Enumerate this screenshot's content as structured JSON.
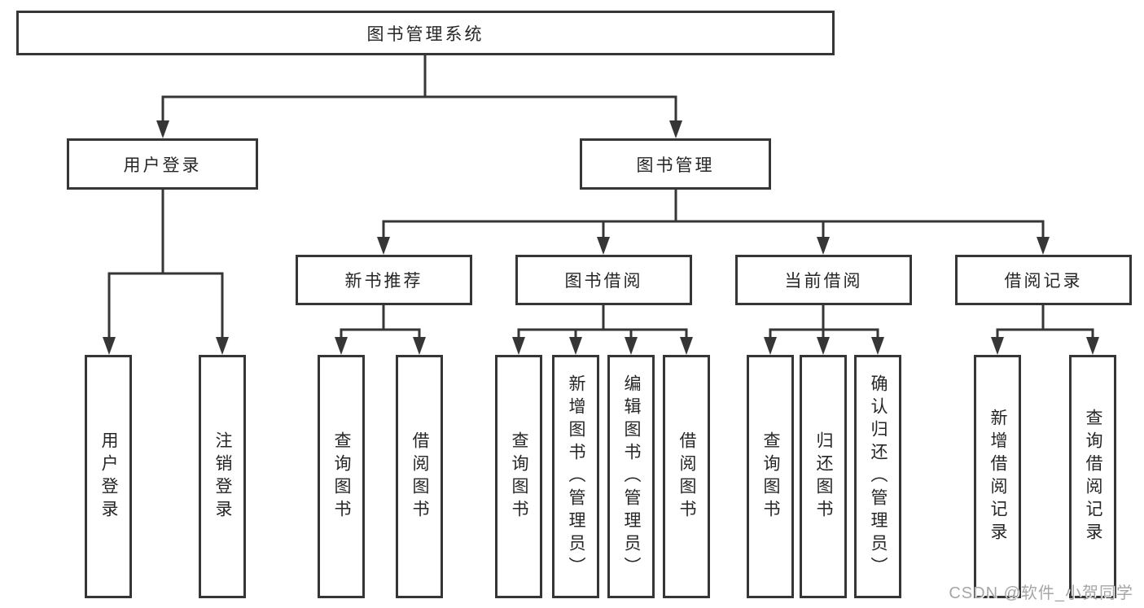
{
  "diagram": {
    "root": {
      "label": "图书管理系统"
    },
    "branches": [
      {
        "label": "用户登录",
        "children": [
          "用户登录",
          "注销登录"
        ]
      },
      {
        "label": "图书管理",
        "children": [
          {
            "label": "新书推荐",
            "children": [
              "查询图书",
              "借阅图书"
            ]
          },
          {
            "label": "图书借阅",
            "children": [
              "查询图书",
              "新增图书（管理员）",
              "编辑图书（管理员）",
              "借阅图书"
            ]
          },
          {
            "label": "当前借阅",
            "children": [
              "查询图书",
              "归还图书",
              "确认归还（管理员）"
            ]
          },
          {
            "label": "借阅记录",
            "children": [
              "新增借阅记录",
              "查询借阅记录"
            ]
          }
        ]
      }
    ],
    "watermark": "CSDN @软件_小贺同学",
    "colors": {
      "line": "#363636",
      "text": "#262626",
      "watermark": "#a6a6a6",
      "box_background": "#ffffff"
    }
  }
}
